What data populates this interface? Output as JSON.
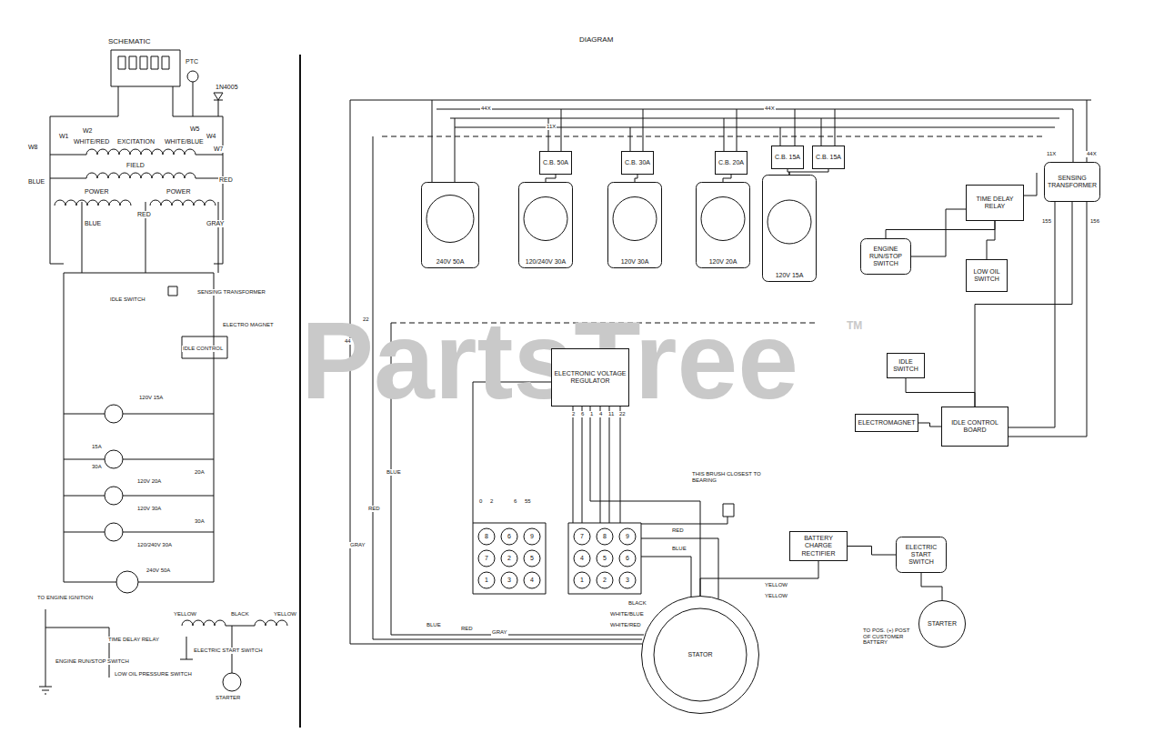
{
  "diagram": {
    "nodes": [
      {
        "text": [
          "ELECTRONIC VOLTAGE REGULATOR"
        ]
      },
      {
        "text": [
          "SENSING TRANSFORMER"
        ]
      },
      {
        "text": [
          "TIME DELAY RELAY"
        ]
      },
      {
        "text": [
          "IDLE CONTROL BOARD"
        ]
      },
      {
        "text": [
          "BATTERY CHARGE RECTIFIER"
        ]
      },
      {
        "text": [
          "ELECTRIC START SWITCH"
        ]
      },
      {
        "text": [
          "STARTER"
        ]
      },
      {
        "text": [
          "STATOR"
        ]
      },
      {
        "text": [
          "240V 50A"
        ]
      },
      {
        "text": [
          "120/240V 30A"
        ]
      },
      {
        "text": [
          "120V 30A"
        ]
      },
      {
        "text": [
          "120V 20A"
        ]
      },
      {
        "text": [
          "120V 15A"
        ]
      },
      {
        "text": [
          "C.B. 50A"
        ]
      },
      {
        "text": [
          "C.B. 30A"
        ]
      },
      {
        "text": [
          "C.B. 20A"
        ]
      },
      {
        "text": [
          "C.B. 15A"
        ]
      },
      {
        "text": [
          "C.B. 15A"
        ]
      },
      {
        "text": [
          "ENGINE RUN/STOP SWITCH"
        ]
      },
      {
        "text": [
          "LOW OIL SWITCH"
        ]
      },
      {
        "text": [
          "IDLE SWITCH"
        ]
      },
      {
        "text": [
          "ELECTROMAGNET"
        ]
      }
    ],
    "edges": [
      {
        "from": 13,
        "to": 9,
        "arrow": "none"
      },
      {
        "from": 14,
        "to": 10,
        "arrow": "none"
      },
      {
        "from": 15,
        "to": 11,
        "arrow": "none"
      },
      {
        "from": 16,
        "to": 12,
        "arrow": "none"
      },
      {
        "from": 17,
        "to": 12,
        "arrow": "none"
      },
      {
        "from": 2,
        "to": 18,
        "arrow": "none"
      },
      {
        "from": 19,
        "to": 2,
        "arrow": "none"
      },
      {
        "from": 20,
        "to": 3,
        "arrow": "none"
      },
      {
        "from": 21,
        "to": 3,
        "arrow": "none"
      },
      {
        "from": 1,
        "to": 3,
        "arrow": "none"
      },
      {
        "from": 7,
        "to": 4,
        "arrow": "none"
      },
      {
        "from": 4,
        "to": 5,
        "arrow": "none"
      },
      {
        "from": 5,
        "to": 6,
        "arrow": "none"
      },
      {
        "from": 0,
        "to": 7,
        "arrow": "none"
      }
    ],
    "labels": [
      "SCHEMATIC",
      "PTC",
      "1N4005",
      "W5",
      "W8",
      "W1",
      "W2",
      "W4",
      "W7",
      "WHITE/RED",
      "EXCITATION",
      "WHITE/BLUE",
      "FIELD",
      "BLUE",
      "RED",
      "POWER",
      "POWER",
      "BLUE",
      "RED",
      "GRAY",
      "SENSING TRANSFORMER",
      "IDLE SWITCH",
      "ELECTRO MAGNET",
      "IDLE CONTROL",
      "120V 15A",
      "15A",
      "120V 20A",
      "30A",
      "20A",
      "120V 30A",
      "30A",
      "120/240V 30A",
      "240V 50A",
      "TO ENGINE IGNITION",
      "TIME DELAY RELAY",
      "ENGINE RUN/STOP SWITCH",
      "LOW OIL PRESSURE SWITCH",
      "YELLOW",
      "BLACK",
      "YELLOW",
      "ELECTRIC START SWITCH",
      "STARTER",
      "DIAGRAM",
      "44X",
      "11X",
      "44X",
      "11X",
      "44X",
      "155",
      "156",
      "22",
      "44",
      "2",
      "6",
      "1",
      "4",
      "11",
      "22",
      "THIS BRUSH CLOSEST TO BEARING",
      "RED",
      "BLUE",
      "BLACK",
      "WHITE/BLUE",
      "WHITE/RED",
      "YELLOW",
      "YELLOW",
      "TO POS. (+) POST OF CUSTOMER BATTERY",
      "BLUE",
      "RED",
      "GRAY",
      "BLUE",
      "RED",
      "GRAY",
      "0",
      "2",
      "6",
      "55",
      "8",
      "6",
      "9",
      "7",
      "2",
      "5",
      "1",
      "3",
      "4",
      "7",
      "8",
      "9",
      "4",
      "5",
      "6",
      "1",
      "2",
      "3",
      "PartsTree",
      "TM"
    ]
  }
}
